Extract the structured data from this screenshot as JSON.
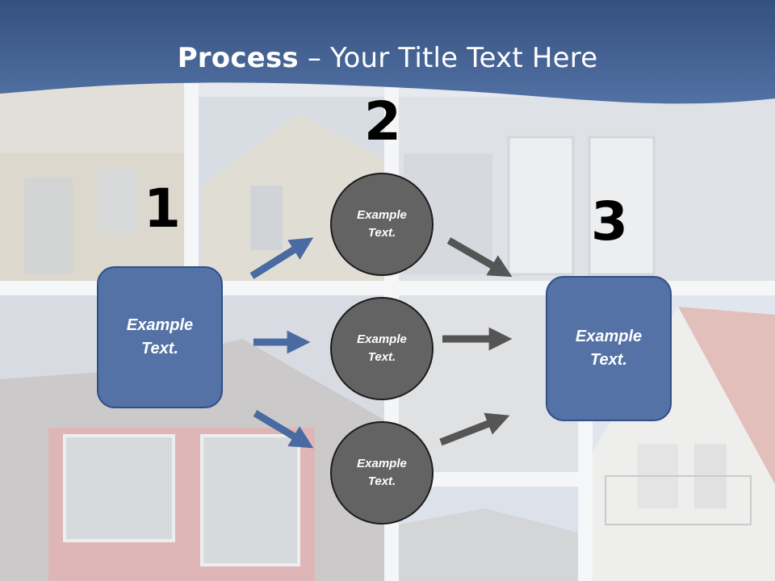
{
  "title": {
    "bold": "Process",
    "rest": " – Your Title Text Here"
  },
  "steps": [
    {
      "number": "1",
      "line1": "Example",
      "line2": "Text."
    },
    {
      "number": "2"
    },
    {
      "number": "3",
      "line1": "Example",
      "line2": "Text."
    }
  ],
  "circles": [
    {
      "line1": "Example",
      "line2": "Text."
    },
    {
      "line1": "Example",
      "line2": "Text."
    },
    {
      "line1": "Example",
      "line2": "Text."
    }
  ],
  "colors": {
    "header": "#3f5e91",
    "box_fill": "#5472a6",
    "circle_fill": "#636363",
    "arrow_blue": "#4a6aa2",
    "arrow_gray": "#555555"
  }
}
